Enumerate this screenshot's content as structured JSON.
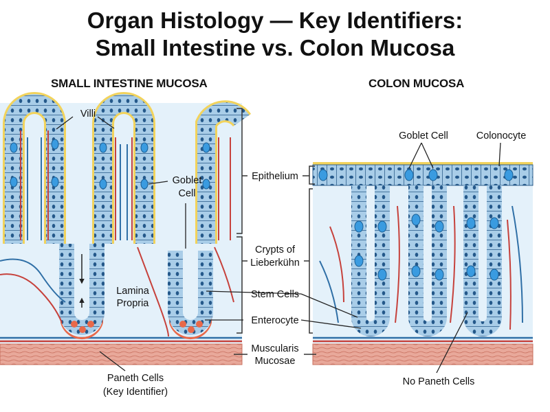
{
  "title": {
    "line1": "Organ Histology — Key Identifiers:",
    "line2": "Small Intestine vs. Colon Mucosa"
  },
  "panels": {
    "small_intestine": "SMALL INTESTINE MUCOSA",
    "colon": "COLON MUCOSA"
  },
  "labels": {
    "villi": "Villi",
    "goblet_cell_si_1": "Goblet",
    "goblet_cell_si_2": "Cell",
    "lamina_propria_1": "Lamina",
    "lamina_propria_2": "Propria",
    "paneth_1": "Paneth Cells",
    "paneth_2": "(Key Identifier)",
    "goblet_cell_colon": "Goblet Cell",
    "colonocyte": "Colonocyte",
    "no_paneth": "No Paneth Cells"
  },
  "center_labels": {
    "epithelium": "Epithelium",
    "crypts_1": "Crypts of",
    "crypts_2": "Lieberkühn",
    "stem_cells": "Stem Cells",
    "enterocyte": "Enterocyte",
    "muscularis_1": "Muscularis",
    "muscularis_2": "Mucosae"
  },
  "colors": {
    "epithelium_fill": "#a9cde8",
    "epithelium_stroke": "#2e5f8c",
    "brush_border": "#f2d35c",
    "lamina_propria": "#e4f1fa",
    "artery": "#c6413b",
    "vein": "#2f6fa6",
    "paneth_cells": "#e8694a",
    "goblet_cells": "#3a9be0",
    "muscularis": "#e8a89a"
  }
}
